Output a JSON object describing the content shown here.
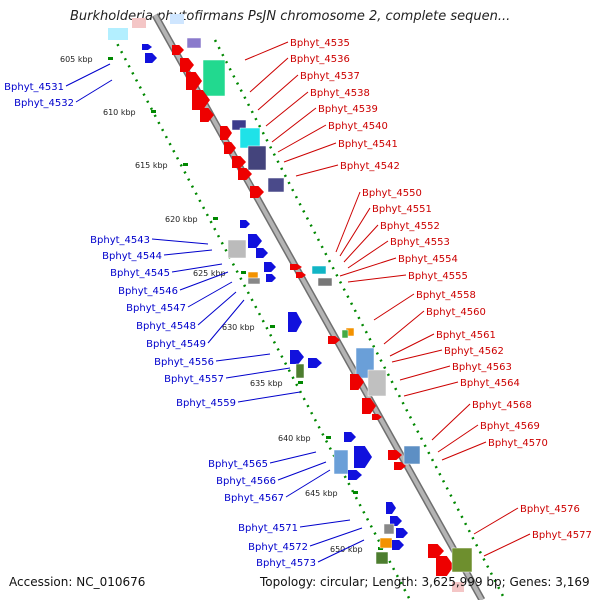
{
  "title": "Burkholderia phytofirmans PsJN chromosome 2, complete sequen...",
  "footer": {
    "accession": "Accession: NC_010676",
    "summary": "Topology: circular; Length: 3,625,999 bp; Genes: 3,169"
  },
  "colors": {
    "plus_strand_label": "#cc0000",
    "minus_strand_label": "#0000cc",
    "ruler_dots": "#008800",
    "chromosome": "#999999"
  },
  "ruler_marks": [
    "605 kbp",
    "610 kbp",
    "615 kbp",
    "620 kbp",
    "625 kbp",
    "630 kbp",
    "635 kbp",
    "640 kbp",
    "645 kbp",
    "650 kbp"
  ],
  "genes_right": [
    "Bphyt_4535",
    "Bphyt_4536",
    "Bphyt_4537",
    "Bphyt_4538",
    "Bphyt_4539",
    "Bphyt_4540",
    "Bphyt_4541",
    "Bphyt_4542",
    "Bphyt_4550",
    "Bphyt_4551",
    "Bphyt_4552",
    "Bphyt_4553",
    "Bphyt_4554",
    "Bphyt_4555",
    "Bphyt_4558",
    "Bphyt_4560",
    "Bphyt_4561",
    "Bphyt_4562",
    "Bphyt_4563",
    "Bphyt_4564",
    "Bphyt_4568",
    "Bphyt_4569",
    "Bphyt_4570",
    "Bphyt_4576",
    "Bphyt_4577"
  ],
  "genes_left": [
    "Bphyt_4531",
    "Bphyt_4532",
    "Bphyt_4543",
    "Bphyt_4544",
    "Bphyt_4545",
    "Bphyt_4546",
    "Bphyt_4547",
    "Bphyt_4548",
    "Bphyt_4549",
    "Bphyt_4556",
    "Bphyt_4557",
    "Bphyt_4559",
    "Bphyt_4565",
    "Bphyt_4566",
    "Bphyt_4567",
    "Bphyt_4571",
    "Bphyt_4572",
    "Bphyt_4573"
  ]
}
